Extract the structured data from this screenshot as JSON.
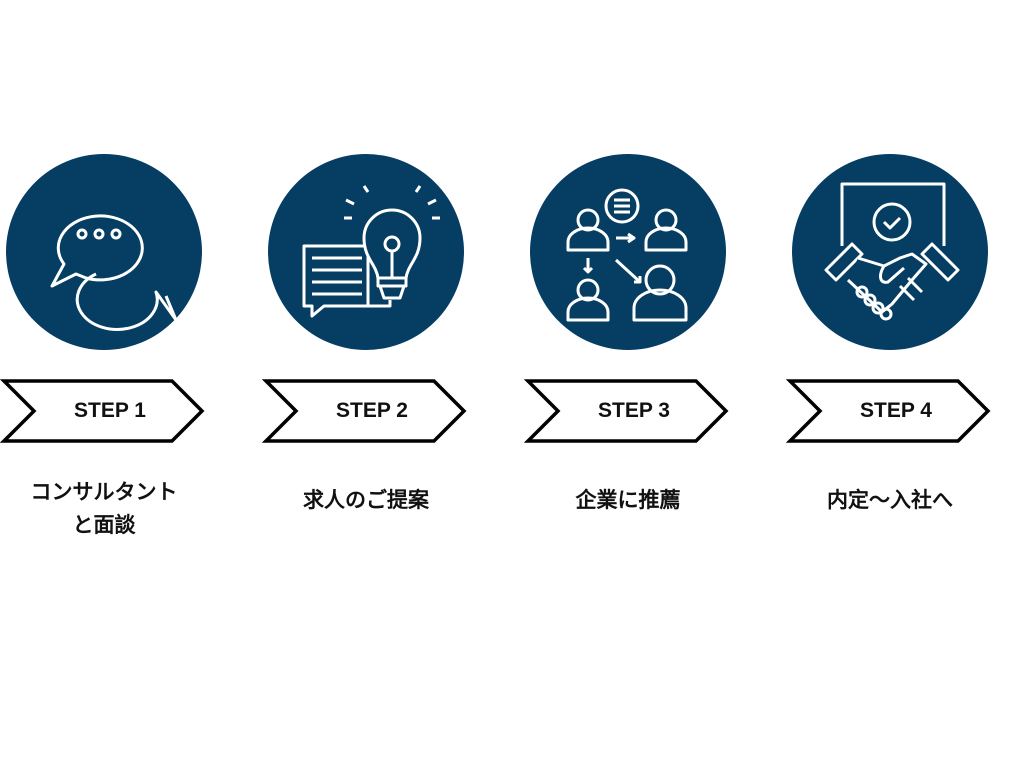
{
  "colors": {
    "circle": "#053d63",
    "icon_stroke": "#ffffff",
    "chevron_stroke": "#000000"
  },
  "steps": [
    {
      "label": "STEP 1",
      "icon": "chat-bubbles-icon",
      "description_lines": [
        "コンサルタント",
        "と面談"
      ]
    },
    {
      "label": "STEP 2",
      "icon": "lightbulb-document-icon",
      "description_lines": [
        "求人のご提案"
      ]
    },
    {
      "label": "STEP 3",
      "icon": "people-network-icon",
      "description_lines": [
        "企業に推薦"
      ]
    },
    {
      "label": "STEP 4",
      "icon": "handshake-contract-icon",
      "description_lines": [
        "内定〜入社へ"
      ]
    }
  ]
}
